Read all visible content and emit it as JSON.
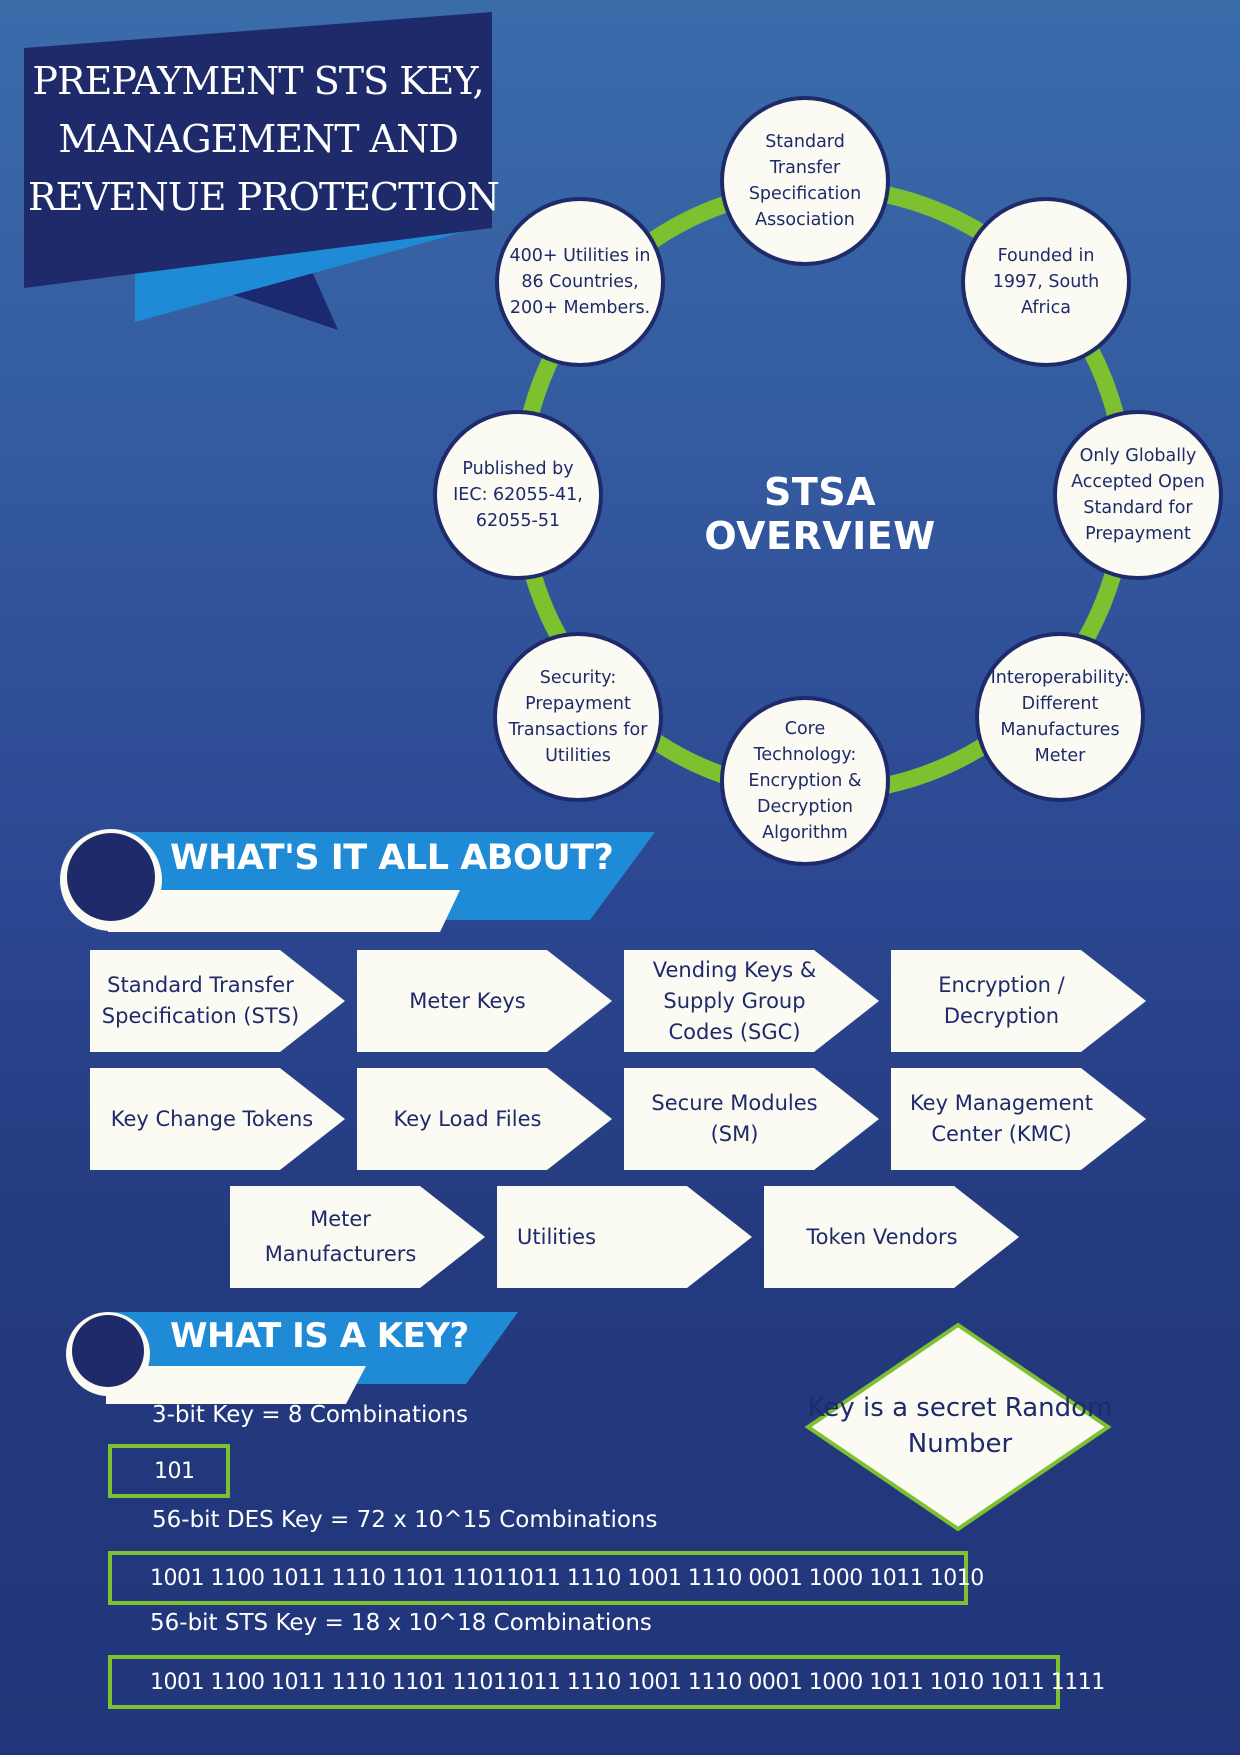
{
  "title": {
    "lines": [
      "PREPAYMENT STS KEY,",
      "MANAGEMENT AND",
      "REVENUE PROTECTION"
    ]
  },
  "overview": {
    "title": "STSA OVERVIEW",
    "nodes": [
      "Standard Transfer Specification Association",
      "Founded in 1997, South Africa",
      "Only Globally Accepted Open Standard for Prepayment",
      "Interoperability: Different Manufactures Meter",
      "Core Technology: Encryption & Decryption Algorithm",
      "Security: Prepayment Transactions for Utilities",
      "Published by IEC: 62055-41, 62055-51",
      "400+ Utilities in 86 Countries, 200+ Members."
    ]
  },
  "about": {
    "title": "WHAT'S IT ALL ABOUT?",
    "tags": [
      "Standard Transfer Specification (STS)",
      "Meter Keys",
      "Vending Keys & Supply Group Codes (SGC)",
      "Encryption / Decryption",
      "Key Change Tokens",
      "Key Load Files",
      "Secure Modules (SM)",
      "Key Management Center (KMC)",
      "Meter Manufacturers",
      "Utilities",
      "Token Vendors"
    ]
  },
  "key": {
    "title": "WHAT IS A KEY?",
    "line1": "3-bit Key = 8 Combinations",
    "box1": "101",
    "line2": "56-bit DES Key = 72 x 10^15 Combinations",
    "box2": "1001 1100 1011 1110 1101 11011011 1110 1001 1110 0001 1000 1011 1010",
    "line3": "56-bit STS Key = 18 x 10^18 Combinations",
    "box3": "1001 1100 1011 1110 1101 11011011 1110 1001 1110 0001 1000 1011 1010 1011 1111",
    "diamond": "Key is a secret Random Number"
  },
  "colors": {
    "navy": "#1f2a6b",
    "accent_blue": "#1f8ad6",
    "ring_green": "#7dc030",
    "cream": "#fbfaf3"
  }
}
